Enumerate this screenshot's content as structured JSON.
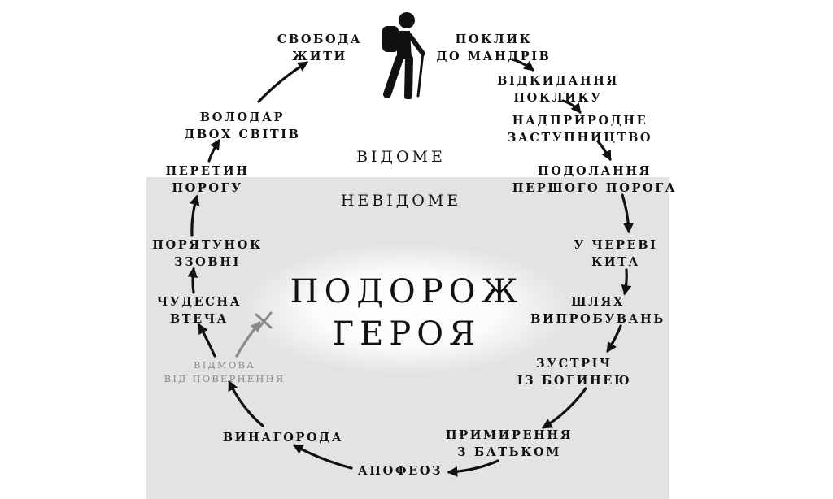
{
  "zones": {
    "known": "ВІДОМЕ",
    "unknown": "НЕВІДОМЕ"
  },
  "title": {
    "line1": "ПОДОРОЖ",
    "line2": "ГЕРОЯ"
  },
  "stages": [
    {
      "id": "svoboda",
      "lines": [
        "СВОБОДА",
        "ЖИТИ"
      ]
    },
    {
      "id": "poklyk",
      "lines": [
        "ПОКЛИК",
        "ДО МАНДРІВ"
      ]
    },
    {
      "id": "vidkydannia",
      "lines": [
        "ВІДКИДАННЯ",
        "ПОКЛИКУ"
      ]
    },
    {
      "id": "nadpryrodne",
      "lines": [
        "НАДПРИРОДНЕ",
        "ЗАСТУПНИЦТВО"
      ]
    },
    {
      "id": "podolannia",
      "lines": [
        "ПОДОЛАННЯ",
        "ПЕРШОГО ПОРОГА"
      ]
    },
    {
      "id": "cherevi",
      "lines": [
        "У ЧЕРЕВІ",
        "КИТА"
      ]
    },
    {
      "id": "shliakh",
      "lines": [
        "ШЛЯХ",
        "ВИПРОБУВАНЬ"
      ]
    },
    {
      "id": "zustrich",
      "lines": [
        "ЗУСТРІЧ",
        "ІЗ БОГИНЕЮ"
      ]
    },
    {
      "id": "prymyrennia",
      "lines": [
        "ПРИМИРЕННЯ",
        "З БАТЬКОМ"
      ]
    },
    {
      "id": "apofeoz",
      "lines": [
        "АПОФЕОЗ"
      ]
    },
    {
      "id": "vynahoroda",
      "lines": [
        "ВИНАГОРОДА"
      ]
    },
    {
      "id": "vidmova",
      "lines": [
        "ВІДМОВА",
        "ВІД ПОВЕРНЕННЯ"
      ]
    },
    {
      "id": "chudesna",
      "lines": [
        "ЧУДЕСНА",
        "ВТЕЧА"
      ]
    },
    {
      "id": "poriatunok",
      "lines": [
        "ПОРЯТУНОК",
        "ЗЗОВНІ"
      ]
    },
    {
      "id": "peretyn",
      "lines": [
        "ПЕРЕТИН",
        "ПОРОГУ"
      ]
    },
    {
      "id": "volodar",
      "lines": [
        "ВОЛОДАР",
        "ДВОХ СВІТІВ"
      ]
    }
  ],
  "icons": {
    "hiker": "hiker-icon",
    "rejected": "cross-icon"
  },
  "colors": {
    "unknown_background": "#e3e3e3",
    "arrow": "#111111",
    "faded": "#8a8a8a"
  }
}
